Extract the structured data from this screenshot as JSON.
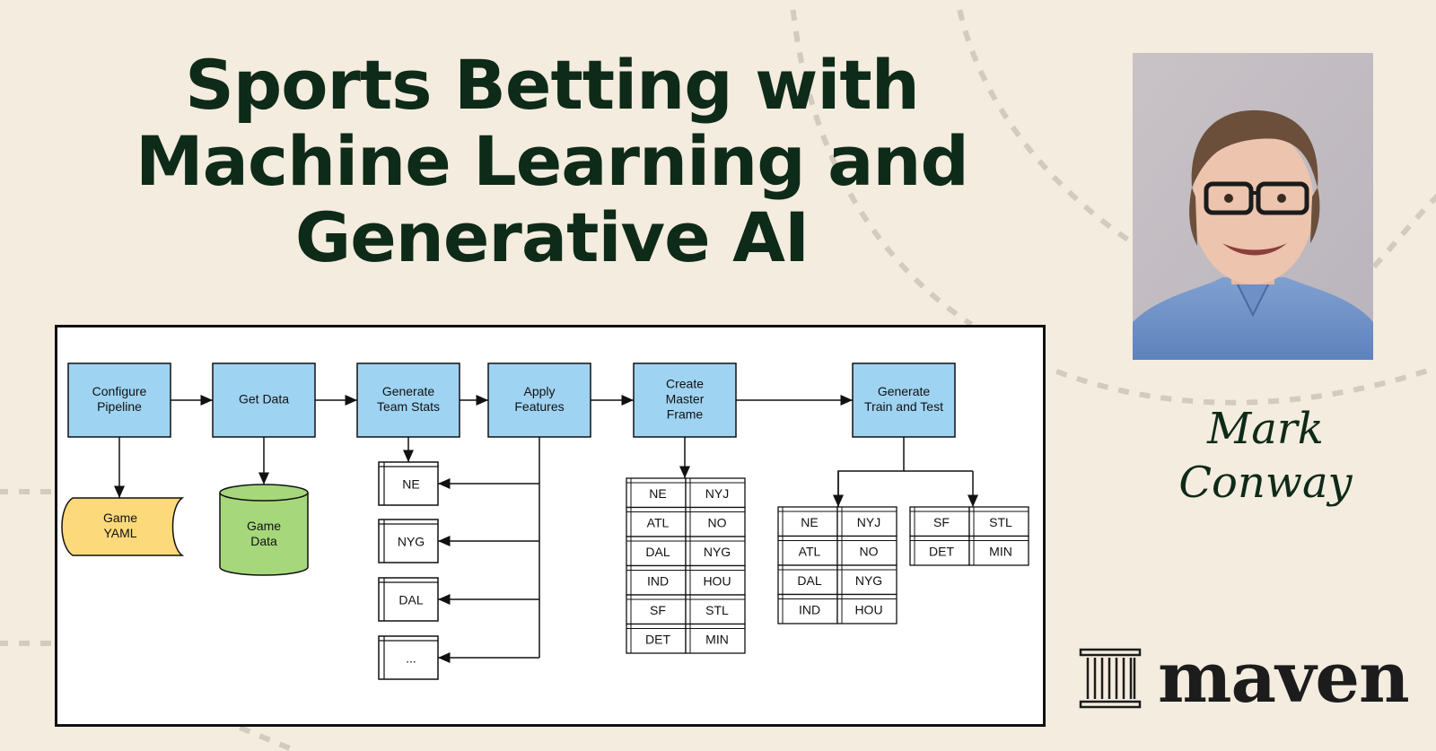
{
  "title": {
    "line1": "Sports Betting with",
    "line2": "Machine Learning and",
    "line3": "Generative AI"
  },
  "presenter": {
    "first_name": "Mark",
    "last_name": "Conway"
  },
  "brand": {
    "wordmark": "maven",
    "logo_icon": "pillars-icon"
  },
  "diagram": {
    "pipeline_steps": [
      [
        "Configure",
        "Pipeline"
      ],
      [
        "Get Data"
      ],
      [
        "Generate",
        "Team Stats"
      ],
      [
        "Apply",
        "Features"
      ],
      [
        "Create",
        "Master",
        "Frame"
      ],
      [
        "Generate",
        "Train and Test"
      ]
    ],
    "yaml_store": [
      "Game",
      "YAML"
    ],
    "data_store": [
      "Game",
      "Data"
    ],
    "team_frames": [
      "NE",
      "NYG",
      "DAL",
      "..."
    ],
    "master_frame": [
      [
        "NE",
        "NYJ"
      ],
      [
        "ATL",
        "NO"
      ],
      [
        "DAL",
        "NYG"
      ],
      [
        "IND",
        "HOU"
      ],
      [
        "SF",
        "STL"
      ],
      [
        "DET",
        "MIN"
      ]
    ],
    "train_frame": [
      [
        "NE",
        "NYJ"
      ],
      [
        "ATL",
        "NO"
      ],
      [
        "DAL",
        "NYG"
      ],
      [
        "IND",
        "HOU"
      ]
    ],
    "test_frame": [
      [
        "SF",
        "STL"
      ],
      [
        "DET",
        "MIN"
      ]
    ]
  },
  "colors": {
    "background": "#f3ecdf",
    "title": "#0e2a18",
    "process_box": "#9fd3f2",
    "yaml_store": "#fcd97a",
    "data_store": "#a6d77b",
    "dots": "#d3cbbd"
  }
}
